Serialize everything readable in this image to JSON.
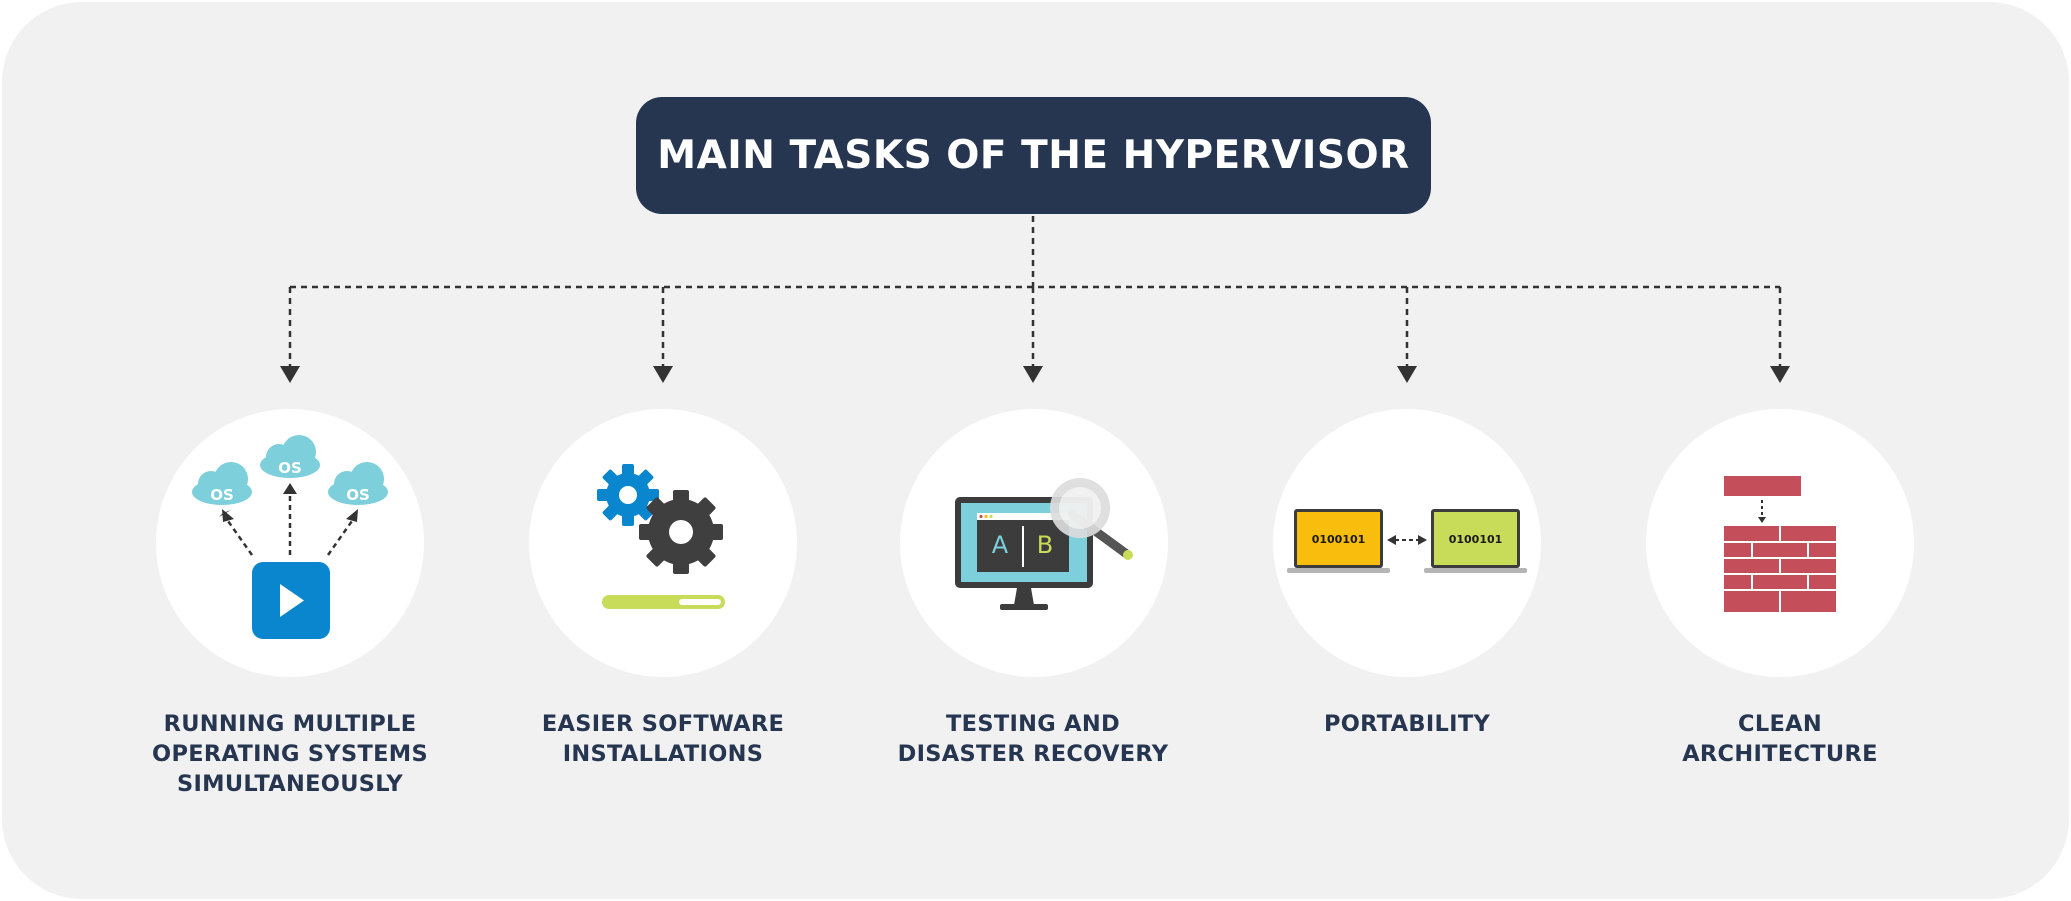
{
  "title": "MAIN TASKS OF THE HYPERVISOR",
  "colors": {
    "background": "#f1f1f2",
    "title_box": "#273650",
    "text": "#273650",
    "connector": "#333333",
    "cloud": "#7ccfdb",
    "blue": "#0a86cf",
    "dark_gray": "#444444",
    "lime": "#c8dc5a",
    "yellow": "#f9bd0d",
    "brick": "#c54e5b"
  },
  "tasks": [
    {
      "label_lines": [
        "RUNNING MULTIPLE",
        "OPERATING SYSTEMS",
        "SIMULTANEOUSLY"
      ],
      "icon": "play-with-os-clouds-icon",
      "icon_texts": [
        "OS",
        "OS",
        "OS"
      ]
    },
    {
      "label_lines": [
        "EASIER SOFTWARE",
        "INSTALLATIONS"
      ],
      "icon": "gears-with-progress-bar-icon"
    },
    {
      "label_lines": [
        "TESTING AND",
        "DISASTER RECOVERY"
      ],
      "icon": "monitor-ab-test-magnifier-icon",
      "icon_texts": [
        "A",
        "B"
      ]
    },
    {
      "label_lines": [
        "PORTABILITY"
      ],
      "icon": "two-laptops-transfer-icon",
      "icon_texts": [
        "0100101",
        "0100101"
      ]
    },
    {
      "label_lines": [
        "CLEAN",
        "ARCHITECTURE"
      ],
      "icon": "brick-wall-icon"
    }
  ]
}
